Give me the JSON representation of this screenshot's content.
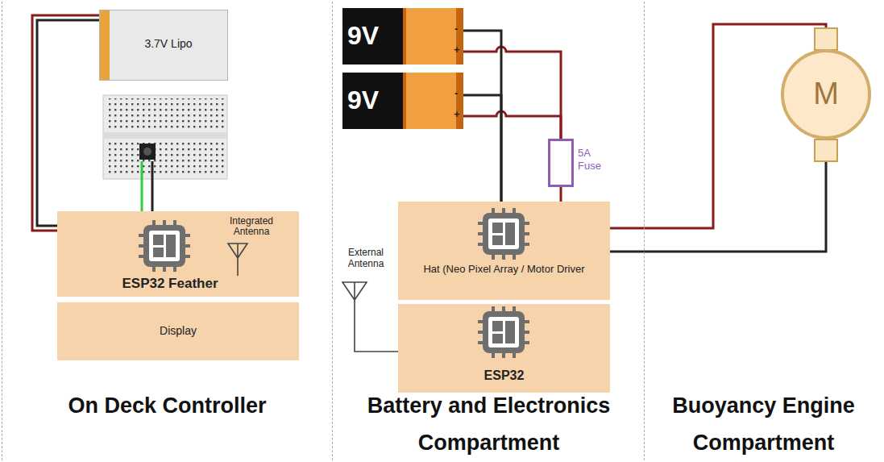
{
  "diagram": {
    "nodes": [
      {
        "text": [
          "On Deck Controller"
        ]
      },
      {
        "text": [
          "3.7V Lipo"
        ],
        "in": 0
      },
      {
        "text": [
          "ESP32 Feather",
          "Integrated Antenna"
        ],
        "in": 0
      },
      {
        "text": [
          "Display"
        ],
        "in": 0
      },
      {
        "text": [
          "Battery and Electronics Compartment"
        ]
      },
      {
        "text": [
          "9V"
        ],
        "in": 4
      },
      {
        "text": [
          "9V"
        ],
        "in": 4
      },
      {
        "text": [
          "5A Fuse"
        ],
        "in": 4
      },
      {
        "text": [
          "Hat (Neo Pixel Array / Motor Driver"
        ],
        "in": 4
      },
      {
        "text": [
          "ESP32"
        ],
        "in": 4
      },
      {
        "text": [
          "Buoyancy Engine Compartment"
        ]
      },
      {
        "text": [
          "M"
        ],
        "in": 10
      }
    ],
    "edges": [
      {
        "from": 1,
        "to": 2,
        "arrow": "none"
      },
      {
        "from": 5,
        "to": 7,
        "arrow": "none"
      },
      {
        "from": 6,
        "to": 7,
        "arrow": "none"
      },
      {
        "from": 5,
        "to": 8,
        "arrow": "none"
      },
      {
        "from": 6,
        "to": 8,
        "arrow": "none"
      },
      {
        "from": 7,
        "to": 8,
        "arrow": "none"
      },
      {
        "from": 8,
        "to": 11,
        "arrow": "none"
      },
      {
        "from": 8,
        "to": 11,
        "arrow": "none"
      }
    ],
    "labels": [
      "External Antenna",
      "-",
      "+",
      "-",
      "+"
    ]
  }
}
